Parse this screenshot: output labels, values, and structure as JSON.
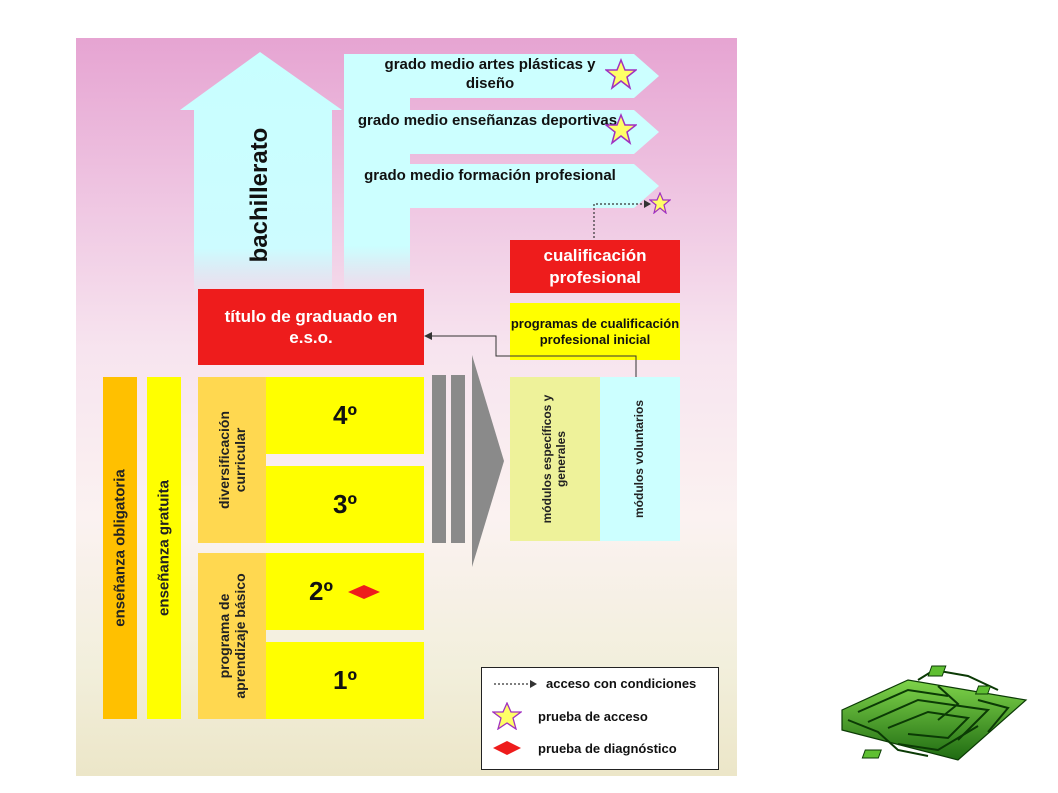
{
  "diagram": {
    "bachillerato_label": "bachillerato",
    "banners": [
      {
        "label": "grado medio artes plásticas y diseño"
      },
      {
        "label": "grado medio enseñanzas deportivas"
      },
      {
        "label": "grado medio formación profesional"
      }
    ],
    "cualificacion_label": "cualificación profesional",
    "pcpi_label": "programas de cualificación profesional inicial",
    "titulo_label": "título de graduado en e.s.o.",
    "ensenanza_obligatoria": "enseñanza obligatoria",
    "ensenanza_gratuita": "enseñanza gratuita",
    "diversificacion_label": "diversificación curricular",
    "programa_label": "programa de aprendizaje básico",
    "courses": [
      "4º",
      "3º",
      "2º",
      "1º"
    ],
    "modulos_especificos": "módulos específicos y generales",
    "modulos_voluntarios": "módulos voluntarios"
  },
  "legend": {
    "acceso_condiciones": "acceso con condiciones",
    "prueba_acceso": "prueba de acceso",
    "prueba_diagnostico": "prueba de diagnóstico"
  },
  "colors": {
    "yellow": "#ffff00",
    "red": "#ee1c1c",
    "orange": "#ffc000",
    "light_cyan": "#ccffff",
    "light_green": "#eef29a",
    "gray_arrow": "#8a8a8a"
  }
}
